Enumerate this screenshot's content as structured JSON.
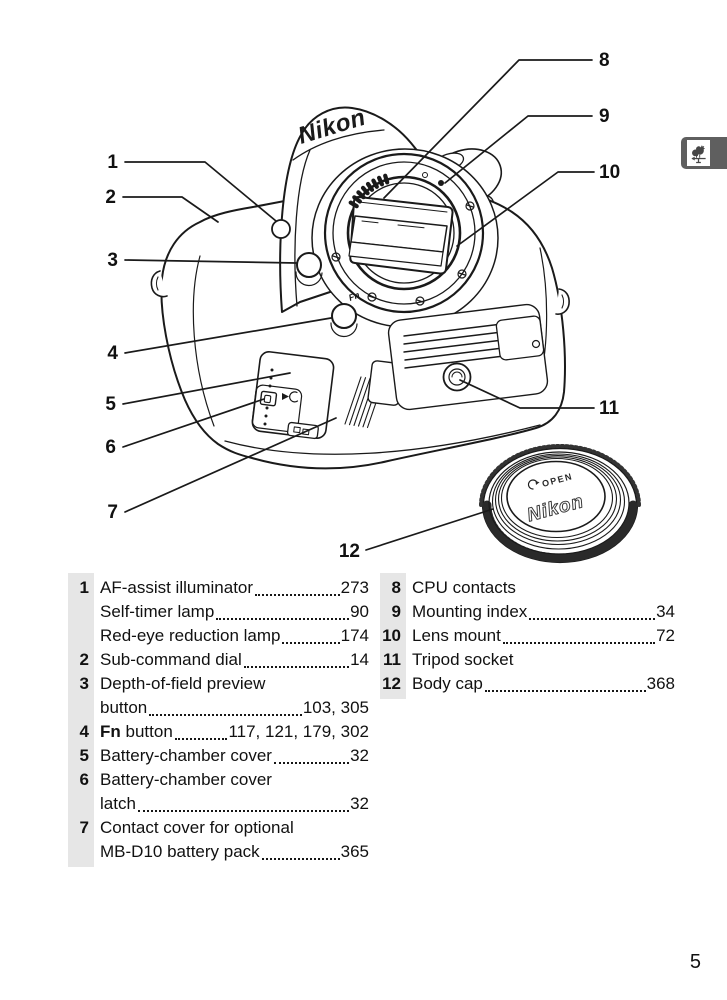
{
  "page": {
    "number": "5"
  },
  "chapter_tab": {
    "icon": "weathervane-rooster-icon"
  },
  "diagram": {
    "camera_logo": "Nikon",
    "fn_button_label": "Fn",
    "body_cap": {
      "logo": "Nikon",
      "open_label": "OPEN"
    },
    "callouts": [
      "1",
      "2",
      "3",
      "4",
      "5",
      "6",
      "7",
      "8",
      "9",
      "10",
      "11",
      "12"
    ]
  },
  "legend": {
    "left_column": {
      "rows": [
        {
          "num": "1",
          "label": "AF-assist illuminator",
          "pages": "273"
        },
        {
          "num": "",
          "label": "Self-timer lamp",
          "pages": "90"
        },
        {
          "num": "",
          "label": "Red-eye reduction lamp",
          "pages": "174"
        },
        {
          "num": "2",
          "label": "Sub-command dial",
          "pages": "14"
        },
        {
          "num": "3",
          "label": "Depth-of-field preview",
          "pages": ""
        },
        {
          "num": "",
          "label": "button",
          "pages": "103, 305"
        },
        {
          "num": "4",
          "bold": "Fn",
          "label": " button",
          "pages": "117, 121, 179, 302"
        },
        {
          "num": "5",
          "label": "Battery-chamber cover",
          "pages": "32"
        },
        {
          "num": "6",
          "label": "Battery-chamber cover",
          "pages": ""
        },
        {
          "num": "",
          "label": "latch",
          "pages": "32"
        },
        {
          "num": "7",
          "label": "Contact cover for optional",
          "pages": ""
        },
        {
          "num": "",
          "label": "MB-D10 battery pack",
          "pages": "365"
        }
      ]
    },
    "right_column": {
      "rows": [
        {
          "num": "8",
          "label": "CPU contacts",
          "pages": ""
        },
        {
          "num": "9",
          "label": "Mounting index",
          "pages": "34"
        },
        {
          "num": "10",
          "label": "Lens mount",
          "pages": "72"
        },
        {
          "num": "11",
          "label": "Tripod socket",
          "pages": ""
        },
        {
          "num": "12",
          "label": "Body cap",
          "pages": "368"
        }
      ]
    }
  },
  "colors": {
    "tab_gray": "#5f5f5f",
    "legend_strip": "#e6e6e6",
    "line_art": "#1a1a1a"
  }
}
